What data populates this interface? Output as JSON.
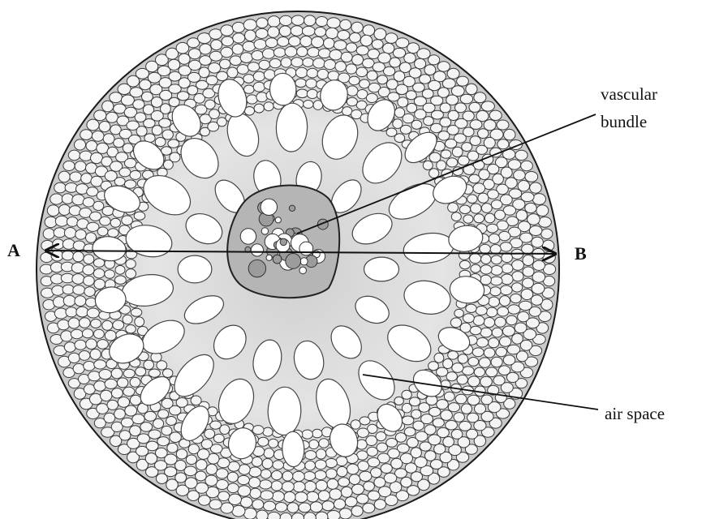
{
  "diagram": {
    "labels": {
      "vascular_line1": "vascular",
      "vascular_line2": "bundle",
      "air_space": "air space",
      "point_a": "A",
      "point_b": "B"
    },
    "colors": {
      "background": "#ffffff",
      "outline": "#1a1a1a",
      "cell_fill": "#f4f4f4",
      "cell_wall": "#3a3a3a",
      "tissue": "#d9d9d9",
      "air_space_fill": "#ffffff",
      "vascular_fill": "#b8b8b8"
    }
  }
}
